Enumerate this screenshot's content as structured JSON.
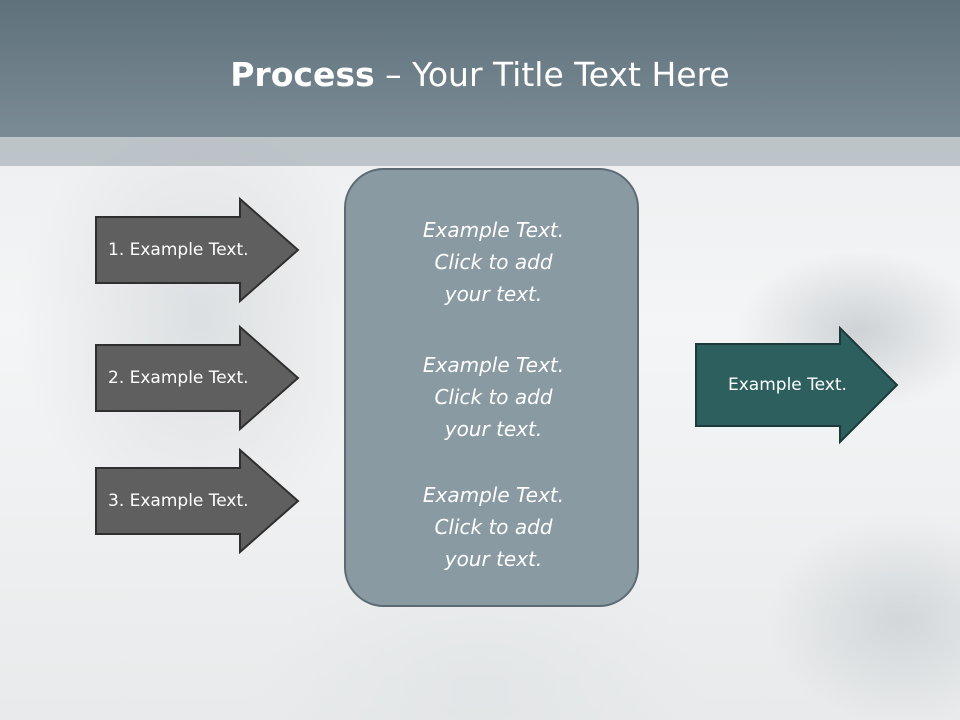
{
  "title": {
    "bold": "Process",
    "rest": " – Your Title Text Here"
  },
  "left_arrows": [
    {
      "label": "1. Example Text."
    },
    {
      "label": "2. Example Text."
    },
    {
      "label": "3. Example Text."
    }
  ],
  "center_box": {
    "items": [
      {
        "lines": [
          "Example Text.",
          "Click  to add",
          "your text."
        ]
      },
      {
        "lines": [
          "Example Text.",
          "Click  to add",
          "your text."
        ]
      },
      {
        "lines": [
          "Example Text.",
          "Click  to add",
          "your text."
        ]
      }
    ]
  },
  "right_arrow": {
    "label": "Example Text."
  },
  "colors": {
    "title_bar": "#6b7d87",
    "left_arrow_fill": "#5f5f5f",
    "center_box_fill": "#8a9aa3",
    "right_arrow_fill": "#2e5f5f",
    "text": "#ffffff"
  }
}
